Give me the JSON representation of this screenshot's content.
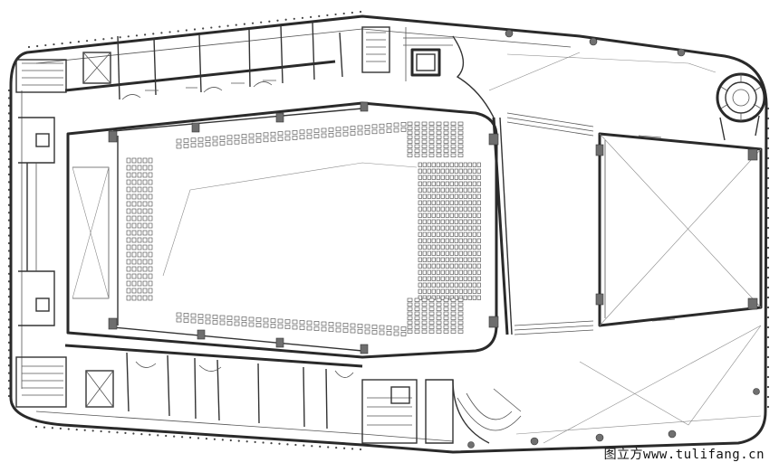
{
  "watermark": {
    "text": "图立方www.tulifang.cn"
  },
  "colors": {
    "line": "#2a2a2a",
    "fill": "#6e6e6e",
    "background": "#ffffff"
  },
  "seating": {
    "main_rows": 14,
    "upper_rows": 4,
    "lower_rows": 4,
    "left_rows": 5
  }
}
